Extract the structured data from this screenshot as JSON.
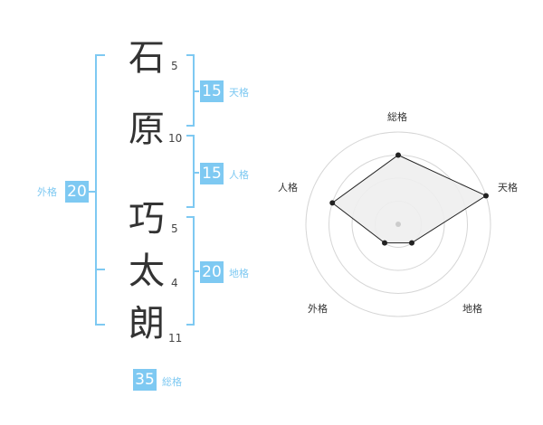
{
  "name_chars": [
    {
      "char": "石",
      "strokes": "5"
    },
    {
      "char": "原",
      "strokes": "10"
    },
    {
      "char": "巧",
      "strokes": "5"
    },
    {
      "char": "太",
      "strokes": "4"
    },
    {
      "char": "朗",
      "strokes": "11"
    }
  ],
  "fortune": {
    "tenkaku": {
      "value": "15",
      "label": "天格"
    },
    "jinkaku": {
      "value": "15",
      "label": "人格"
    },
    "chikaku": {
      "value": "20",
      "label": "地格"
    },
    "gaikaku": {
      "value": "20",
      "label": "外格"
    },
    "soukaku": {
      "value": "35",
      "label": "総格"
    }
  },
  "colors": {
    "accent": "#7ec9f2",
    "text": "#333333",
    "radar_fill": "#eeeeee"
  },
  "chart_data": {
    "type": "radar",
    "axes": [
      "総格",
      "天格",
      "地格",
      "外格",
      "人格"
    ],
    "levels": 4,
    "values": [
      3,
      4,
      1,
      1,
      3
    ],
    "max": 4
  }
}
